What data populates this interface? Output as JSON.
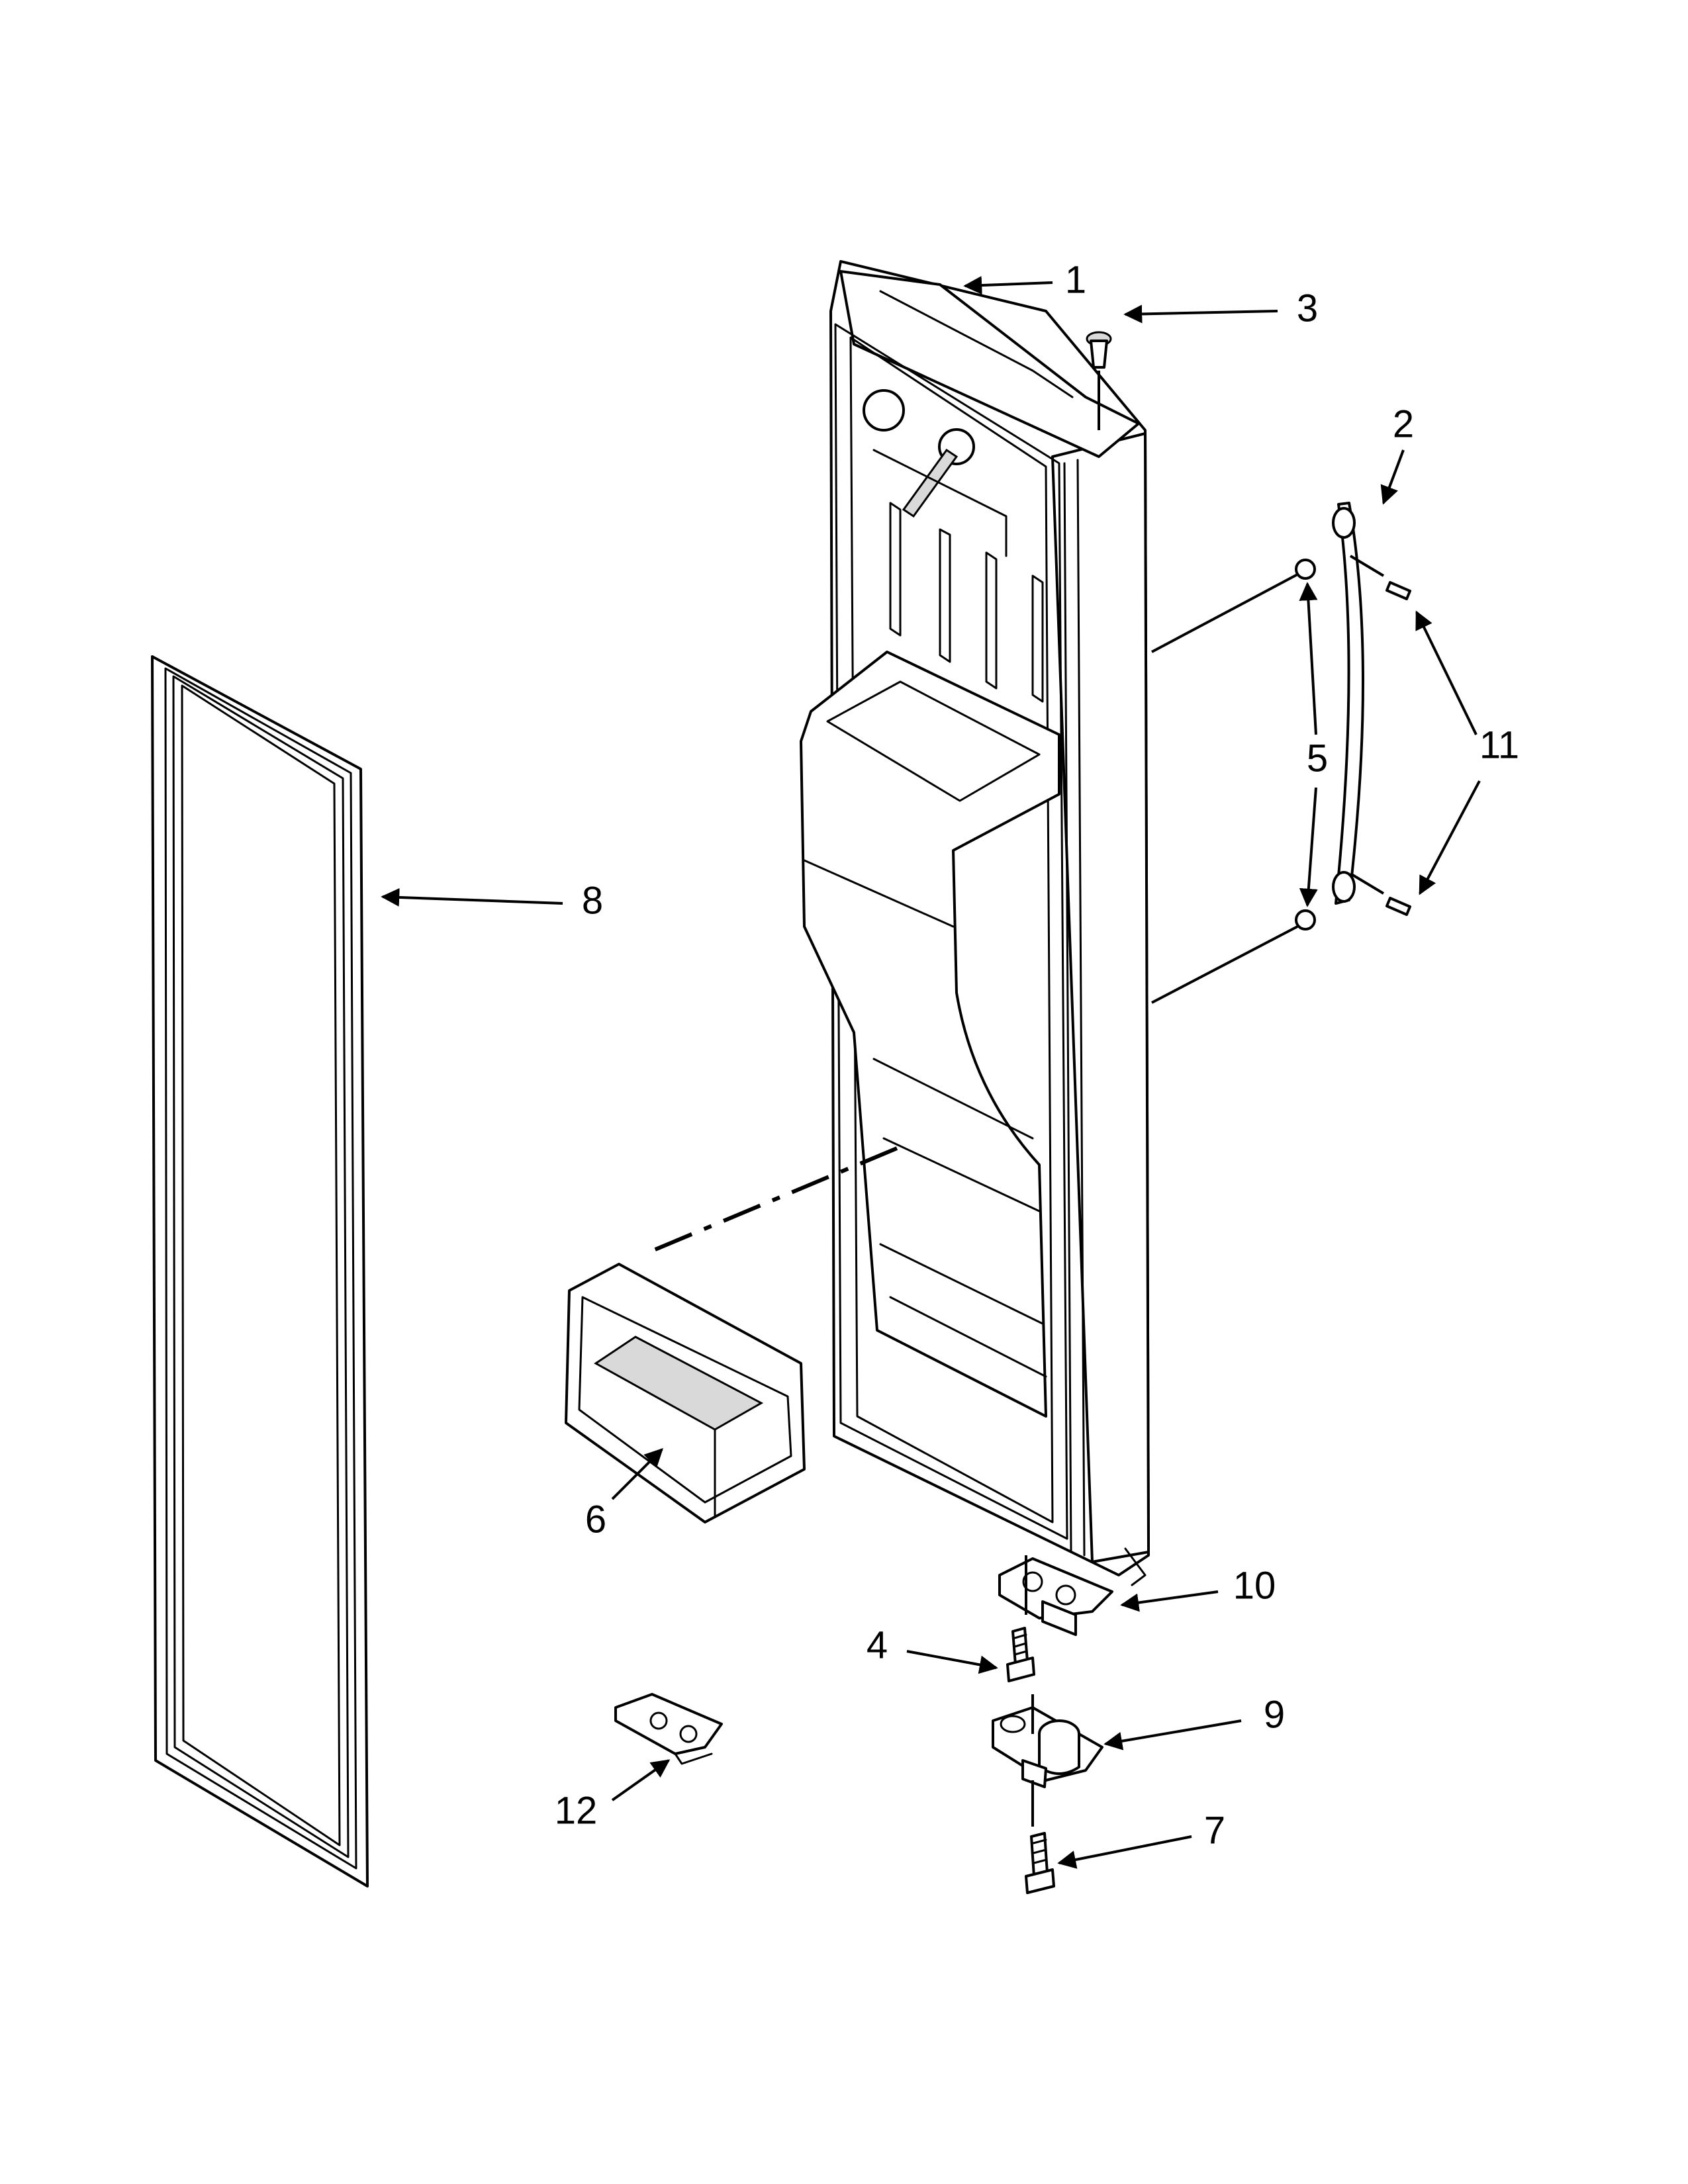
{
  "diagram": {
    "type": "exploded-parts-view",
    "callouts": [
      {
        "id": "callout-1",
        "text": "1"
      },
      {
        "id": "callout-2",
        "text": "2"
      },
      {
        "id": "callout-3",
        "text": "3"
      },
      {
        "id": "callout-4",
        "text": "4"
      },
      {
        "id": "callout-5",
        "text": "5"
      },
      {
        "id": "callout-6",
        "text": "6"
      },
      {
        "id": "callout-7",
        "text": "7"
      },
      {
        "id": "callout-8",
        "text": "8"
      },
      {
        "id": "callout-9",
        "text": "9"
      },
      {
        "id": "callout-10",
        "text": "10"
      },
      {
        "id": "callout-11",
        "text": "11"
      },
      {
        "id": "callout-12",
        "text": "12"
      }
    ]
  }
}
